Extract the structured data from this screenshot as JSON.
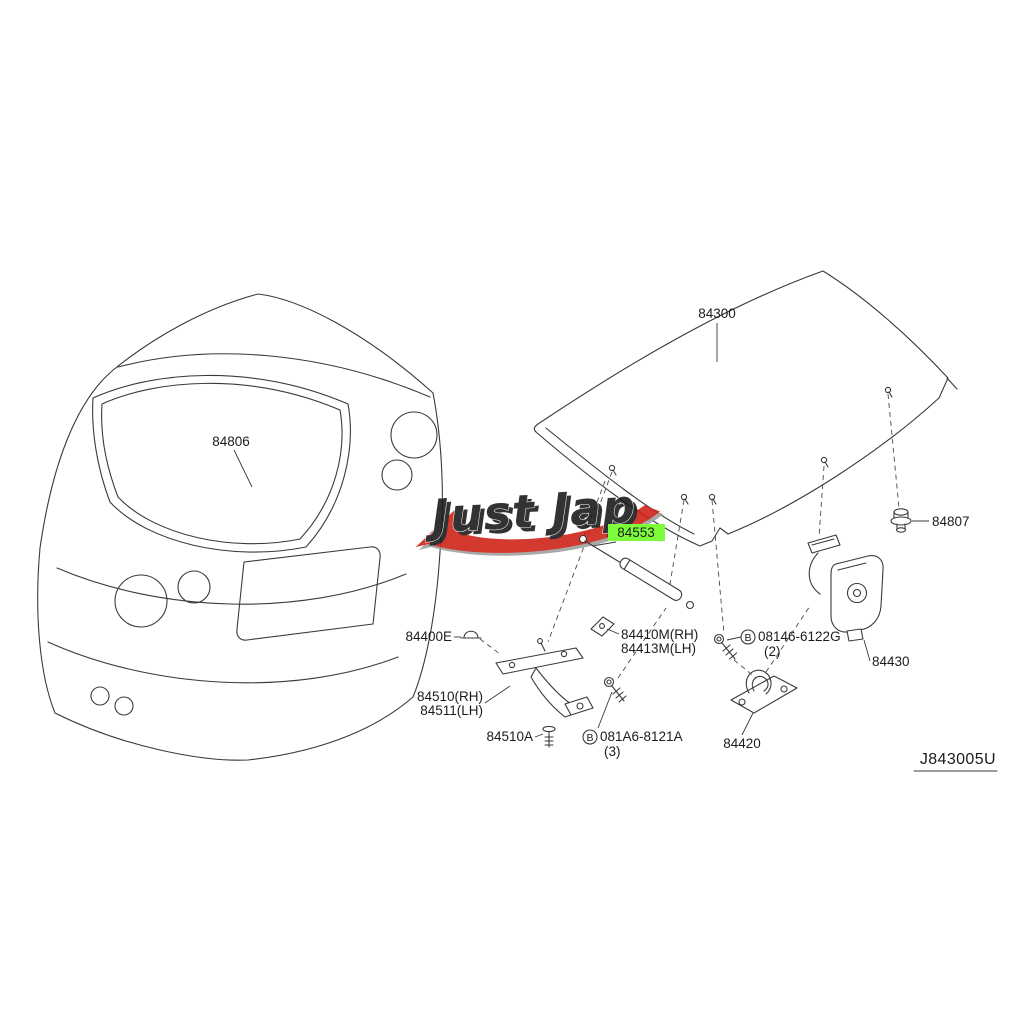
{
  "diagram": {
    "drawing_code": "J843005U",
    "watermark_text": "Just Jap",
    "colors": {
      "highlight": "#7CFC3B",
      "line": "#3a3a3a",
      "watermark_red": "#CF2418",
      "watermark_shadow": "#A0A0A0"
    },
    "labels": {
      "trunk_seal": "84806",
      "trunk_lid": "84300",
      "grommet": "84807",
      "gas_stay": "84553",
      "cap": "84400E",
      "stay_bracket_rh": "84410M(RH)",
      "stay_bracket_lh": "84413M(LH)",
      "bolt1": "08146-6122G",
      "bolt1_qty": "(2)",
      "lock": "84430",
      "hinge_rh": "84510(RH)",
      "hinge_lh": "84511(LH)",
      "hinge_bolt": "84510A",
      "bolt2": "081A6-8121A",
      "bolt2_qty": "(3)",
      "striker": "84420",
      "b_symbol": "B"
    }
  }
}
